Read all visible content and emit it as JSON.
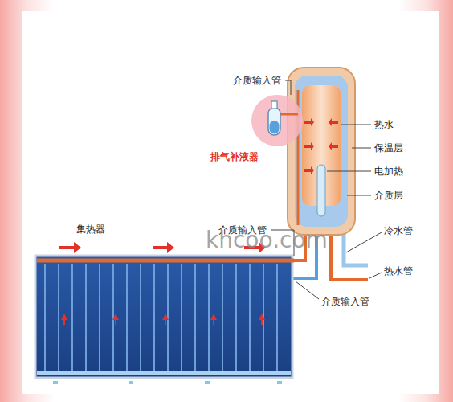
{
  "diagram": {
    "labels": [
      "介质输入管",
      "排气补液器",
      "热水",
      "保温层",
      "电加热",
      "介质层",
      "集热器",
      "介质输入管",
      "冷水管",
      "热水管",
      "介质输入管",
      "khcoo.com"
    ]
  }
}
